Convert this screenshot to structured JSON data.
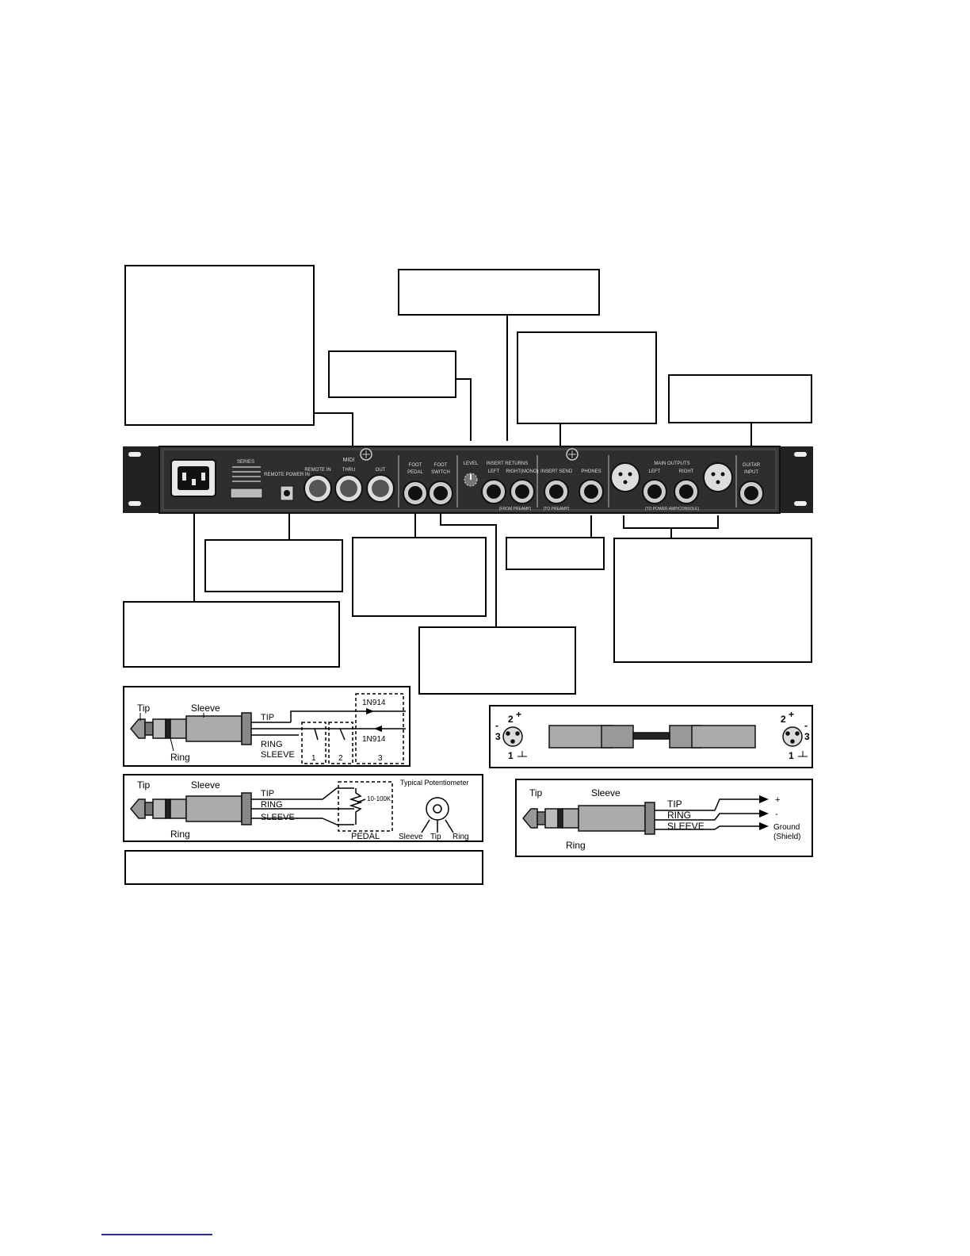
{
  "panel": {
    "spec_label": "SERIES",
    "remote_power_label": "REMOTE POWER IN",
    "midi_label": "MIDI",
    "remote_in_label": "REMOTE IN",
    "thru_label": "THRU",
    "out_label": "OUT",
    "foot_pedal_label": [
      "FOOT",
      "PEDAL"
    ],
    "foot_switch_label": [
      "FOOT",
      "SWITCH"
    ],
    "level_label": "LEVEL",
    "insert_returns_label": "INSERT RETURNS",
    "left_label": "LEFT",
    "right_mono_label": "RIGHT(MONO)",
    "from_preamp_label": "(FROM PREAMP)",
    "insert_send_label": "INSERT SEND",
    "to_preamp_label": "(TO PREAMP)",
    "phones_label": "PHONES",
    "main_outputs_label": "MAIN OUTPUTS",
    "main_left_label": "LEFT",
    "main_right_label": "RIGHT",
    "to_power_amp_label": "(TO POWER AMP/CONSOLE)",
    "guitar_input_label": [
      "GUITAR",
      "INPUT"
    ]
  },
  "footswitch_diagram": {
    "tip": "Tip",
    "sleeve": "Sleeve",
    "ring": "Ring",
    "tip_wire": "TIP",
    "ring_wire": "RING",
    "sleeve_wire": "SLEEVE",
    "diode_top": "1N914",
    "diode_bottom": "1N914",
    "switch_1": "1",
    "switch_2": "2",
    "switch_3": "3"
  },
  "pedal_diagram": {
    "tip": "Tip",
    "sleeve": "Sleeve",
    "ring": "Ring",
    "tip_wire": "TIP",
    "ring_wire": "RING",
    "sleeve_wire": "SLEEVE",
    "pot_value": "10-100K",
    "pedal_label": "PEDAL",
    "pot_title": "Typical Potentiometer",
    "pot_sleeve": "Sleeve",
    "pot_tip": "Tip",
    "pot_ring": "Ring"
  },
  "xlr_diagram": {
    "left_pin2": "2",
    "left_plus": "+",
    "left_minus": "-",
    "left_pin3": "3",
    "left_pin1": "1",
    "right_pin2": "2",
    "right_plus": "+",
    "right_minus": "-",
    "right_pin3": "3",
    "right_pin1": "1"
  },
  "balanced_diagram": {
    "tip": "Tip",
    "sleeve": "Sleeve",
    "ring": "Ring",
    "tip_wire": "TIP",
    "ring_wire": "RING",
    "sleeve_wire": "SLEEVE",
    "plus": "+",
    "minus": "-",
    "ground": "Ground",
    "shield": "(Shield)"
  }
}
